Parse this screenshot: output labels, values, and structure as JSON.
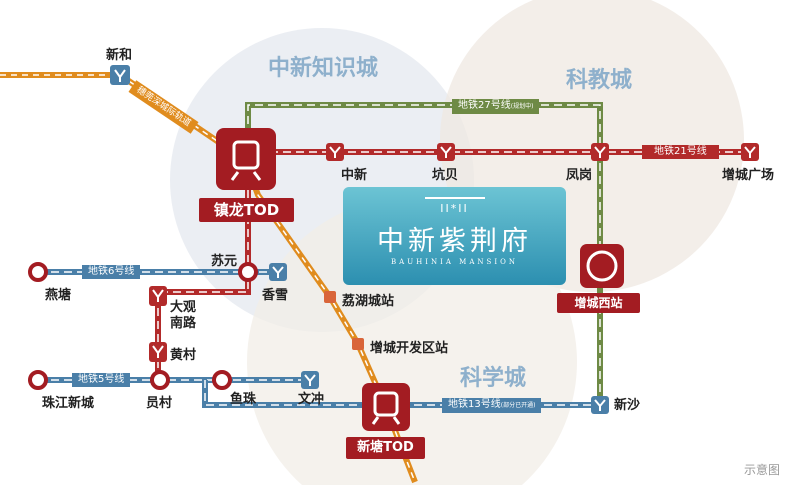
{
  "zones": {
    "zhongxin": "中新知识城",
    "kejiao": "科教城",
    "kexue": "科学城"
  },
  "lines": {
    "line27": {
      "name": "地铁27号线",
      "note": "(规划中)",
      "color": "#6e8a45"
    },
    "line21": {
      "name": "地铁21号线",
      "color": "#b22a2a"
    },
    "line6": {
      "name": "地铁6号线",
      "color": "#4a7fa8"
    },
    "line5": {
      "name": "地铁5号线",
      "color": "#4a7fa8"
    },
    "line13": {
      "name": "地铁13号线",
      "note": "(部分已开通)",
      "color": "#4a7fa8"
    },
    "intercity": {
      "name": "穗莞深城际轨道",
      "color": "#e08c1e"
    }
  },
  "stations": {
    "xinhe": "新和",
    "zhongxin": "中新",
    "kengbei": "坑贝",
    "fenggang": "凤岗",
    "zengcheng_square": "增城广场",
    "suyuan": "苏元",
    "xiangxue": "香雪",
    "yantang": "燕塘",
    "daguan": "大观\n南路",
    "huangcun": "黄村",
    "zhujiang": "珠江新城",
    "yuancun": "员村",
    "yuzhu": "鱼珠",
    "wenchong": "文冲",
    "xinsha": "新沙",
    "lihu": "荔湖城站",
    "kaifaqu": "增城开发区站"
  },
  "hubs": {
    "zhenlong": "镇龙TOD",
    "xintang": "新塘TOD",
    "zengcheng_west": "增城西站"
  },
  "brand": {
    "cn": "中新紫荆府",
    "en": "BAUHINIA MANSION",
    "logo": "II*II"
  },
  "footer": {
    "note": "示意图"
  }
}
